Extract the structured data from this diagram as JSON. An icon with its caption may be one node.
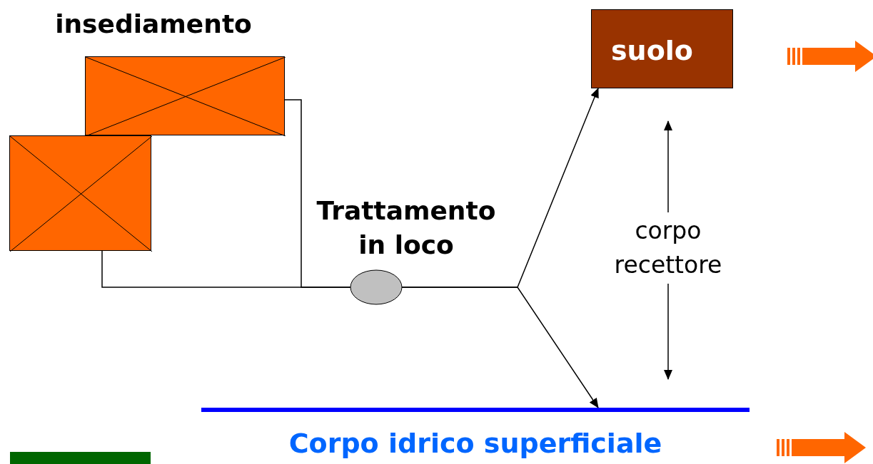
{
  "diagram": {
    "nodes": [
      {
        "text": [
          "insediamento"
        ]
      },
      {
        "text": [],
        "shape": "box"
      },
      {
        "text": [
          "Trattamento in loco"
        ]
      },
      {
        "text": [
          "suolo"
        ]
      },
      {
        "text": [
          "Corpo idrico superficiale"
        ]
      }
    ],
    "edges": [
      {
        "from": 0,
        "to": 2,
        "arrow": "none"
      },
      {
        "from": 1,
        "to": 2,
        "arrow": "none"
      },
      {
        "from": 2,
        "to": 3,
        "arrow": "to"
      },
      {
        "from": 2,
        "to": 4,
        "arrow": "to"
      },
      {
        "from": 3,
        "to": 4,
        "arrow": "both",
        "label": "corpo recettore"
      }
    ]
  }
}
